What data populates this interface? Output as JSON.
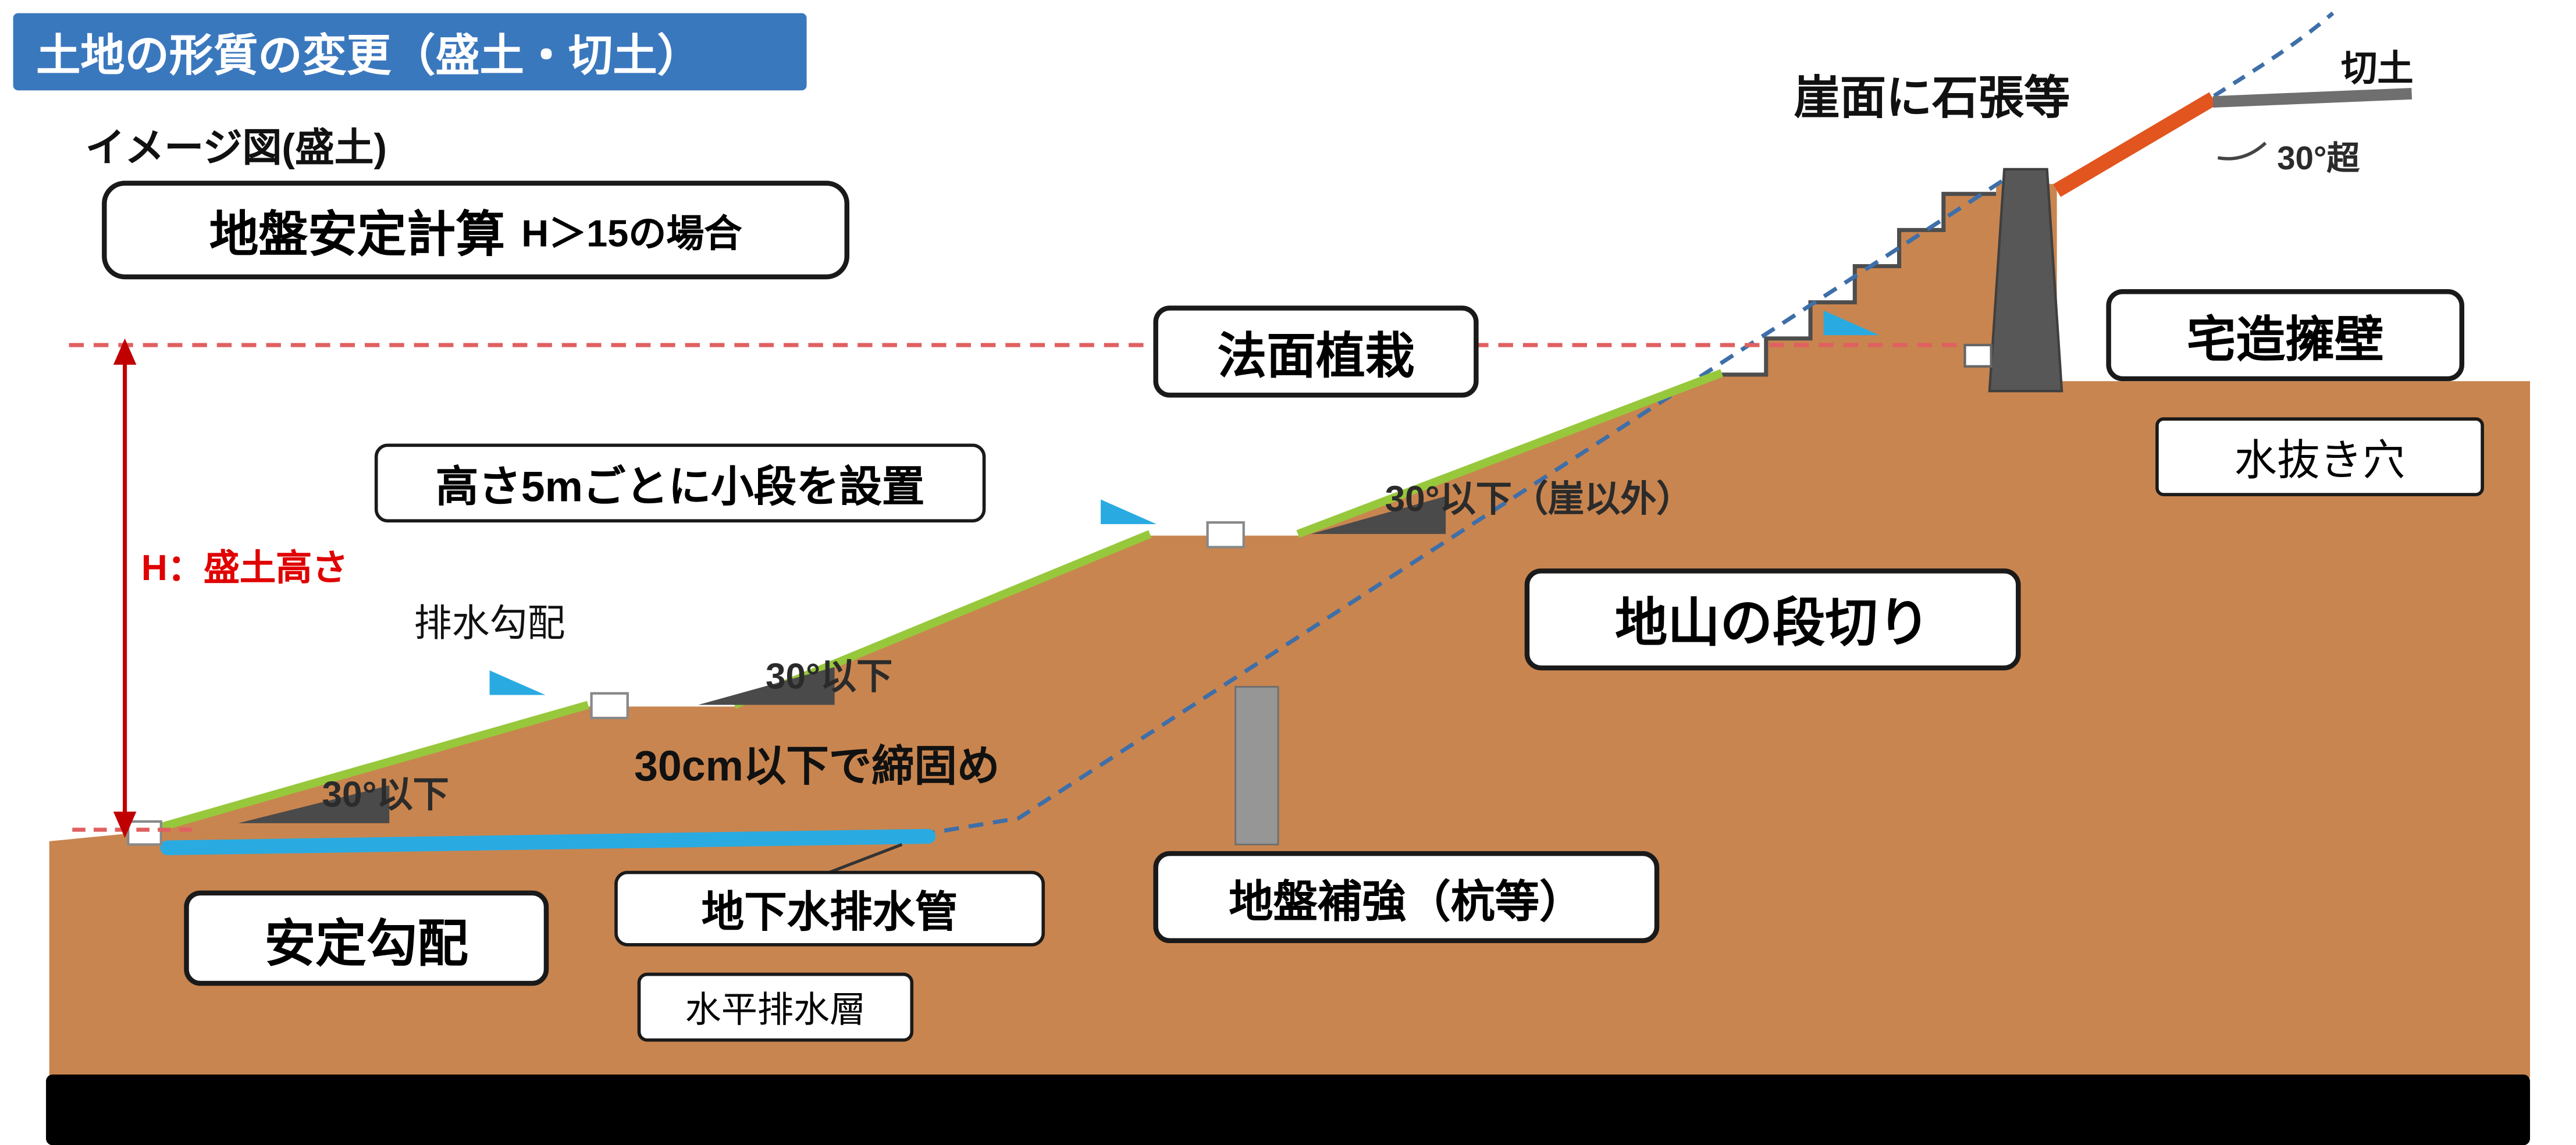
{
  "title_banner": "土地の形質の変更（盛土・切土）",
  "subtitle": "イメージ図(盛土)",
  "boxes": {
    "ground_stability": {
      "main": "地盤安定計算",
      "condition": "H＞15の場合"
    },
    "berm": "高さ5mごとに小段を設置",
    "slope_planting": "法面植栽",
    "stable_gradient": "安定勾配",
    "groundwater_pipe": "地下水排水管",
    "horizontal_drain": "水平排水層",
    "ground_reinforce": "地盤補強（杭等）",
    "benching": "地山の段切り",
    "retaining_wall": "宅造擁壁",
    "drain_hole": "水抜き穴"
  },
  "labels": {
    "fill_height": "H：盛土高さ",
    "drainage_gradient": "排水勾配",
    "compaction": "30cm以下で締固め",
    "stone_cladding": "崖面に石張等",
    "cut": "切土",
    "angle1": "30°以下",
    "angle2": "30°以下",
    "angle3": "30°以下（崖以外）",
    "angle_over": "30°超"
  },
  "colors": {
    "banner_blue": "#3A78BE",
    "earth_brown": "#C9854F",
    "slope_green": "#97C83C",
    "water_blue": "#29ABE2",
    "ground_dashed_blue": "#3E6FA8",
    "level_dashed_red": "#E06060",
    "arrow_red": "#C00000",
    "wall_gray": "#575757",
    "cladding_orange": "#E2551F"
  }
}
